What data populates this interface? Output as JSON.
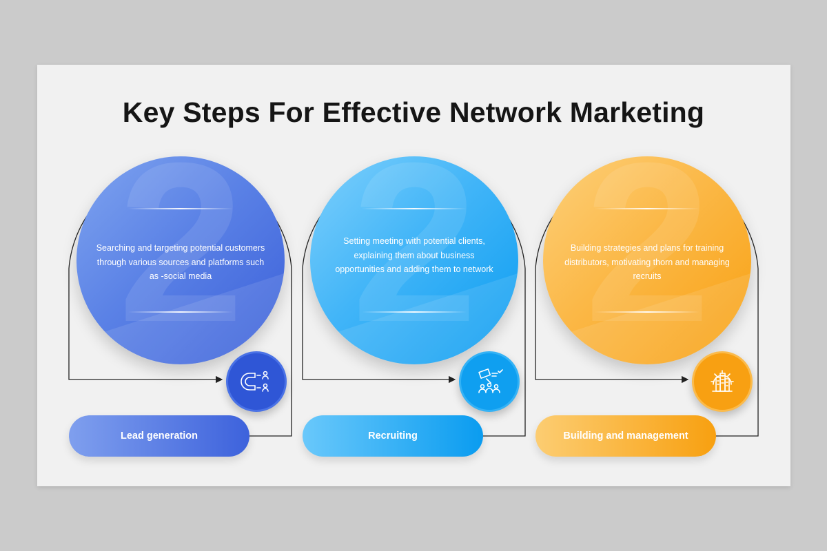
{
  "title": "Key Steps For Effective Network Marketing",
  "steps": [
    {
      "label": "Lead generation",
      "description": "Searching and targeting potential customers through various sources and platforms such as -social media",
      "icon": "magnet-people-icon",
      "color": "#3a5fd9"
    },
    {
      "label": "Recruiting",
      "description": "Setting meeting with potential clients, explaining them about business opportunities and adding them to network",
      "icon": "presentation-meeting-icon",
      "color": "#0a9cf0"
    },
    {
      "label": "Building and management",
      "description": "Building strategies and plans for training distributors, motivating thorn and managing recruits",
      "icon": "building-gear-icon",
      "color": "#f8a010"
    }
  ]
}
